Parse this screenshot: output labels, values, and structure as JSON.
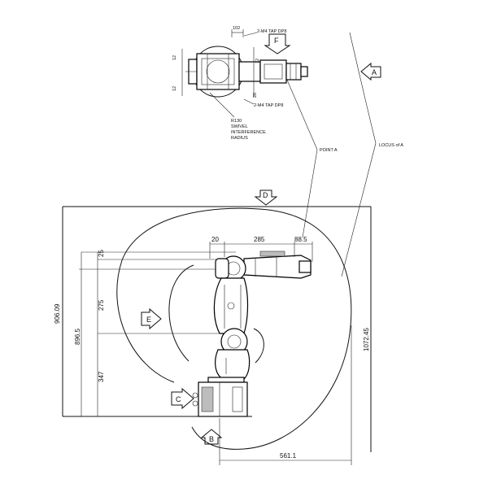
{
  "top_view": {
    "dim_width": "102",
    "dim_left_top": "12",
    "dim_left_bottom": "12",
    "dim_right_top": "12",
    "dim_right_bottom": "20",
    "tap_top": "2-M4 TAP DP8",
    "tap_bottom": "2-M4 TAP DP8",
    "swivel_line1": "R130",
    "swivel_line2": "SWIVEL",
    "swivel_line3": "INTERFERENCE",
    "swivel_line4": "RADIUS"
  },
  "labels": {
    "point_a": "POINT A",
    "locus_a": "LOCUS of A"
  },
  "view_markers": {
    "a": "A",
    "b": "B",
    "c": "C",
    "d": "D",
    "e": "E",
    "f": "F"
  },
  "dimensions": {
    "top_20": "20",
    "top_285": "285",
    "top_88_5": "88.5",
    "left_25": "25",
    "left_275": "275",
    "left_347": "347",
    "left_906_09": "906.09",
    "left_896_5": "896.5",
    "right_1072_45": "1072.45",
    "bottom_561_1": "561.1"
  }
}
